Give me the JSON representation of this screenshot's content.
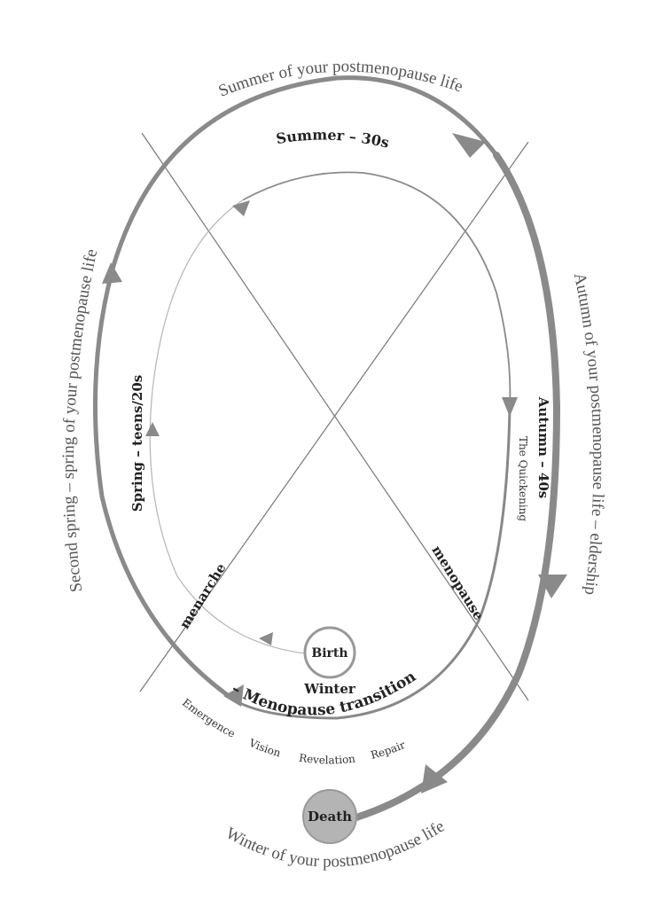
{
  "diagram": {
    "outer_labels": {
      "summer": "Summer of your postmenopause life",
      "autumn": "Autumn of your postmenopause life – eldership",
      "second_spring": "Second spring – spring of your postmenopause life",
      "winter": "Winter of your postmenopause life"
    },
    "inner_labels": {
      "summer": "Summer – 30s",
      "spring": "Spring – teens/20s",
      "autumn": "Autumn – 40s",
      "quickening": "The Quickening",
      "menarche": "menarche",
      "menopause": "menopause",
      "winter": "Winter",
      "menopause_transition": "– Menopause transition"
    },
    "transition_stages": [
      "Emergence",
      "Vision",
      "Revelation",
      "Repair"
    ],
    "birth": "Birth",
    "death": "Death",
    "colors": {
      "line": "#8a8a8a",
      "death_fill": "#b4b4b4",
      "text": "#222222"
    }
  }
}
